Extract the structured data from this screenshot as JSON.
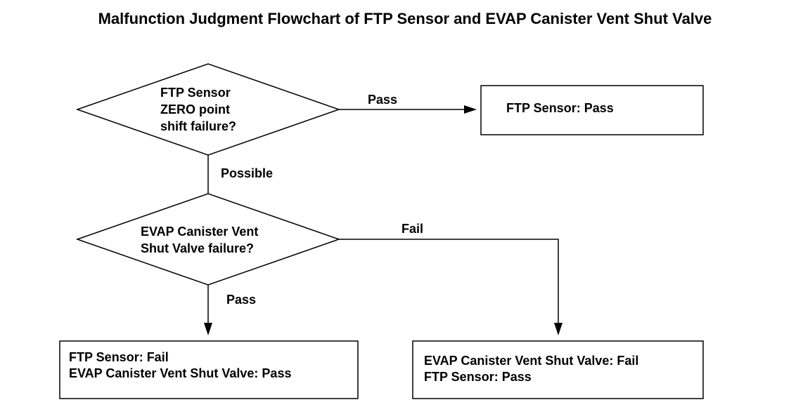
{
  "title": "Malfunction Judgment Flowchart of FTP Sensor and EVAP Canister Vent Shut Valve",
  "decisions": [
    {
      "lines": [
        "FTP Sensor",
        "ZERO point",
        "shift failure?"
      ]
    },
    {
      "lines": [
        "EVAP Canister Vent",
        "Shut Valve failure?"
      ]
    }
  ],
  "results": [
    {
      "lines": [
        "FTP Sensor: Pass"
      ]
    },
    {
      "lines": [
        "FTP Sensor: Fail",
        "EVAP Canister Vent Shut Valve: Pass"
      ]
    },
    {
      "lines": [
        "EVAP Canister Vent Shut Valve: Fail",
        "FTP Sensor: Pass"
      ]
    }
  ],
  "edges": {
    "d1_pass": "Pass",
    "d1_possible": "Possible",
    "d2_fail": "Fail",
    "d2_pass": "Pass"
  }
}
